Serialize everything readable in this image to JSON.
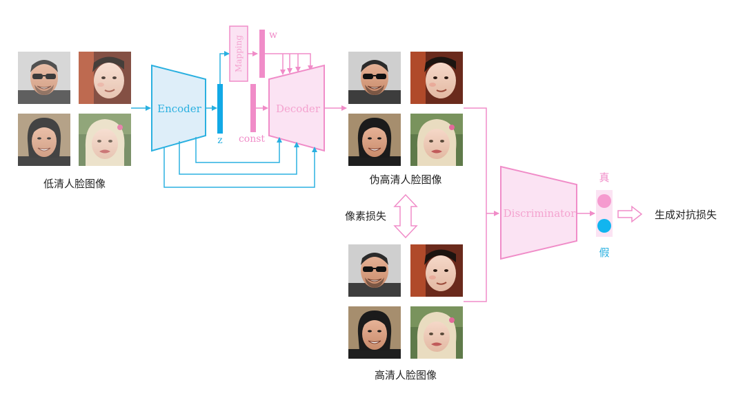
{
  "labels": {
    "low_res_faces": "低清人脸图像",
    "fake_hr_faces": "伪高清人脸图像",
    "hr_faces": "高清人脸图像",
    "pixel_loss": "像素损失",
    "adversarial_loss": "生成对抗损失",
    "real": "真",
    "fake": "假"
  },
  "blocks": {
    "encoder": "Encoder",
    "decoder": "Decoder",
    "mapping": "Mapping",
    "discriminator": "Discriminator",
    "latent_z": "z",
    "latent_w": "w",
    "const": "const"
  },
  "colors": {
    "encoder_stroke": "#2ab0e0",
    "encoder_fill": "#deeef9",
    "decoder_stroke": "#f08cc8",
    "decoder_fill": "#fbe3f3",
    "decoder_text": "#f4a3cf",
    "real_dot": "#f59bcf",
    "fake_dot": "#12b5ef"
  }
}
